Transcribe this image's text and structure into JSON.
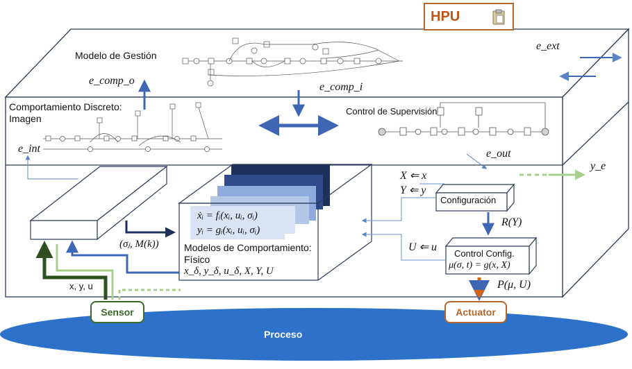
{
  "hpu": {
    "label": "HPU",
    "icon": "clipboard-icon"
  },
  "labels": {
    "modelo_gestion": "Modelo de Gestión",
    "ecomp_o": "e_comp_o",
    "ecomp_i": "e_comp_i",
    "e_ext": "e_ext",
    "comportamiento_discreto": "Comportamiento Discreto:",
    "imagen": "Imagen",
    "control_supervision": "Control de Supervisión",
    "e_int": "e_int",
    "e_out": "e_out",
    "y_e": "y_e",
    "x_assign": "X ⇐ x",
    "y_assign": "Y ⇐ y",
    "configuracion": "Configuración",
    "r_y": "R(Y)",
    "u_assign": "U ⇐ u",
    "control_config": "Control Config.",
    "control_eq": "μ(σ, t) = g(x, X)",
    "p_mu": "P(μ, U)",
    "eq1": "ẋᵢ = fᵢ(xᵢ, uᵢ, σᵢ)",
    "eq2": "yᵢ = gᵢ(xᵢ, uᵢ, σᵢ)",
    "sigma_m": "(σⱼ, M(k))",
    "modelos_comportamiento": "Modelos de Comportamiento:",
    "fisico": "Físico",
    "vars": "x_δ, y_δ, u_δ, X, Y, U",
    "xyu": "x, y, u",
    "sensor": "Sensor",
    "actuator": "Actuator",
    "proceso": "Proceso"
  },
  "colors": {
    "dark_navy": "#1f2f5c",
    "blue": "#3e66b5",
    "light_green": "#a8d08d",
    "dark_green": "#2f5020",
    "sensor_border": "#3a6a2a",
    "actuator_border": "#b5652a",
    "orange_arrow": "#d9650e",
    "process_fill": "#2d72c8"
  }
}
